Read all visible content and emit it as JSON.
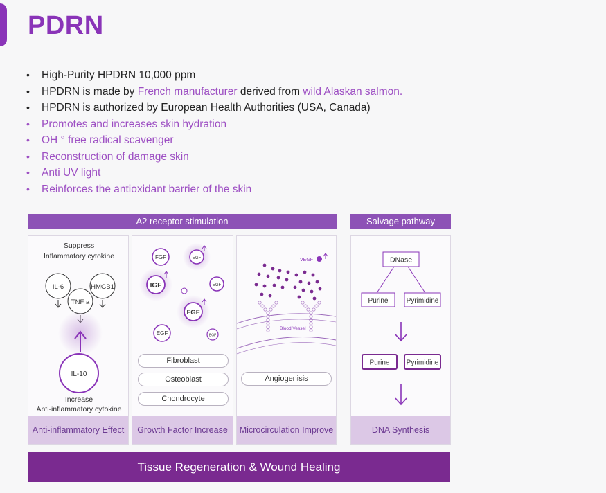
{
  "title": "PDRN",
  "bullets": {
    "b1": "High-Purity HPDRN 10,000 ppm",
    "b2_pre": "HPDRN is made by ",
    "b2_hl1": "French manufacturer",
    "b2_mid": " derived from ",
    "b2_hl2": "wild Alaskan salmon.",
    "b3": "HPDRN is authorized by European Health Authorities (USA, Canada)",
    "b4": "Promotes and increases skin hydration",
    "b5": "OH ° free radical scavenger",
    "b6": "Reconstruction of damage skin",
    "b7": "Anti UV light",
    "b8": "Reinforces the antioxidant barrier of the skin"
  },
  "bars": {
    "a2": "A2 receptor stimulation",
    "salvage": "Salvage pathway"
  },
  "panel1": {
    "suppress": "Suppress",
    "inflam": "Inflammatory cytokine",
    "il6": "IL-6",
    "hmgb1": "HMGB1",
    "tnfa": "TNF a",
    "il10": "IL-10",
    "increase": "Increase",
    "anti_inflam": "Anti-inflammatory cytokine",
    "footer": "Anti-inflammatory Effect"
  },
  "panel2": {
    "fgf": "FGF",
    "egf": "EGF",
    "igf": "IGF",
    "pills": [
      "Fibroblast",
      "Osteoblast",
      "Chondrocyte"
    ],
    "footer": "Growth Factor Increase"
  },
  "panel3": {
    "vegf": "VEGF",
    "vessel": "Blood Vessel",
    "pill": "Angiogenisis",
    "footer": "Microcirculation Improve"
  },
  "panel4": {
    "dnase": "DNase",
    "purine": "Purine",
    "pyrimidine": "Pyrimidine",
    "footer": "DNA Synthesis"
  },
  "bottom": "Tissue Regeneration & Wound Healing",
  "colors": {
    "accent": "#8a34b8",
    "bar": "#8d52b6",
    "footer": "#dcc8e6",
    "bottom": "#7a2a90"
  }
}
